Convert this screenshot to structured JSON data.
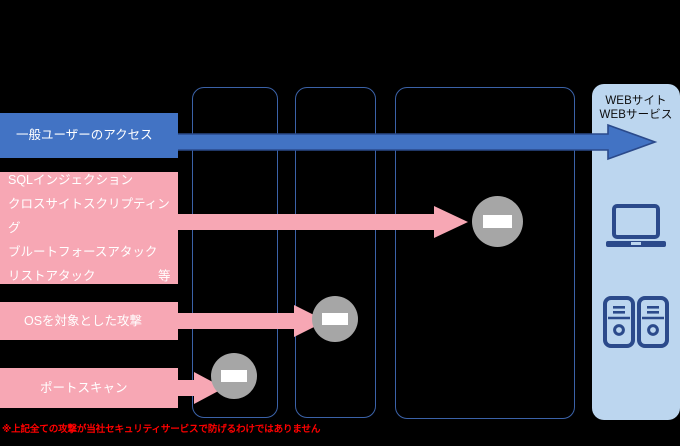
{
  "diagram": {
    "title_note": "WEB security layered defense diagram",
    "background_color": "#000000",
    "colors": {
      "blue_chip": "#4273c4",
      "pink_chip": "#f7a7b4",
      "column_outline": "#3b62a8",
      "web_panel": "#bcd6ef",
      "device_icon": "#2b4a8b",
      "blocked_circle": "#a6a6a6",
      "footnote_red": "#ff0000"
    }
  },
  "columns": [
    {
      "name": "defense-layer-1"
    },
    {
      "name": "defense-layer-2"
    },
    {
      "name": "defense-layer-3"
    }
  ],
  "web_panel": {
    "title": "WEBサイト\nWEBサービス",
    "icons": [
      {
        "name": "laptop-icon"
      },
      {
        "name": "server-icon"
      }
    ]
  },
  "traffic_rows": [
    {
      "id": "general-user-access",
      "label": "一般ユーザーのアクセス",
      "type": "allowed",
      "arrow_color": "#4273c4",
      "blocked": false
    },
    {
      "id": "web-application-attacks",
      "label": "SQLインジェクション\nクロスサイトスクリプティング\nブルートフォースアタック\nリストアタック　　　　　等",
      "type": "blocked",
      "arrow_color": "#f7a7b4",
      "blocked": true,
      "blocked_at_layer": 3
    },
    {
      "id": "os-targeted-attacks",
      "label": "OSを対象とした攻撃",
      "type": "blocked",
      "arrow_color": "#f7a7b4",
      "blocked": true,
      "blocked_at_layer": 2
    },
    {
      "id": "port-scan",
      "label": "ポートスキャン",
      "type": "blocked",
      "arrow_color": "#f7a7b4",
      "blocked": true,
      "blocked_at_layer": 1
    }
  ],
  "footnote": {
    "text": "※上記全ての攻撃が当社セキュリティサービスで防げるわけではありません"
  }
}
